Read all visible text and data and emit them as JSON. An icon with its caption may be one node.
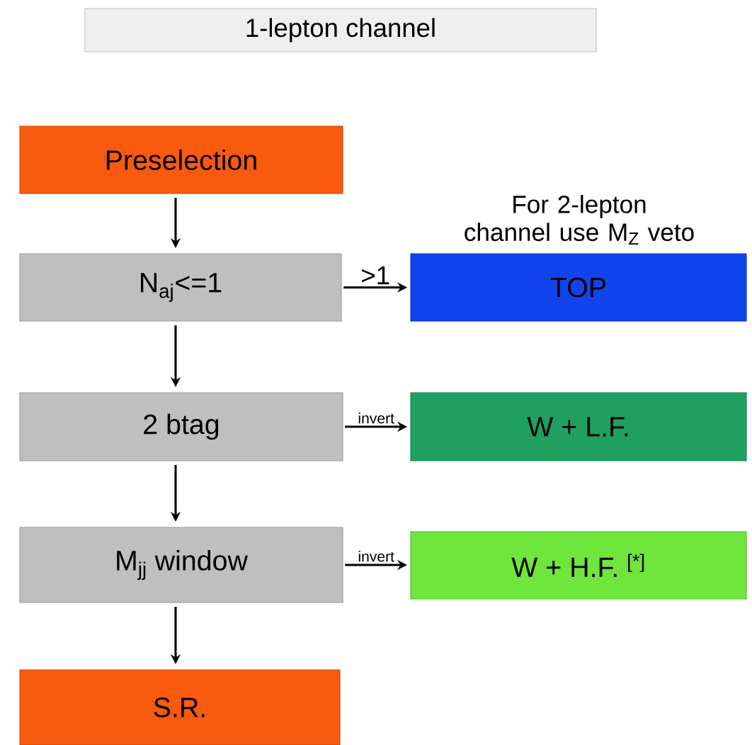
{
  "diagram": {
    "nodes": [
      {
        "text": [
          "1-lepton channel"
        ]
      },
      {
        "text": [
          "Preselection"
        ]
      },
      {
        "text": [
          "N$_{aj}$<=1"
        ]
      },
      {
        "text": [
          "TOP"
        ],
        "beside": [
          "For 2-lepton channel use M$_{Z}$ veto"
        ]
      },
      {
        "text": [
          "2 btag"
        ]
      },
      {
        "text": [
          "W + L.F."
        ]
      },
      {
        "text": [
          "M$_{jj}$ window"
        ]
      },
      {
        "text": [
          "W + H.F. $^{[*]}$"
        ]
      },
      {
        "text": [
          "S.R."
        ]
      }
    ],
    "edges": [
      {
        "from": 1,
        "to": 2,
        "arrow": "to"
      },
      {
        "from": 2,
        "to": 3,
        "arrow": "to",
        "label": ">1"
      },
      {
        "from": 2,
        "to": 4,
        "arrow": "to"
      },
      {
        "from": 4,
        "to": 5,
        "arrow": "to",
        "label": "invert"
      },
      {
        "from": 4,
        "to": 6,
        "arrow": "to"
      },
      {
        "from": 6,
        "to": 7,
        "arrow": "to",
        "label": "invert"
      },
      {
        "from": 6,
        "to": 8,
        "arrow": "to"
      }
    ]
  }
}
